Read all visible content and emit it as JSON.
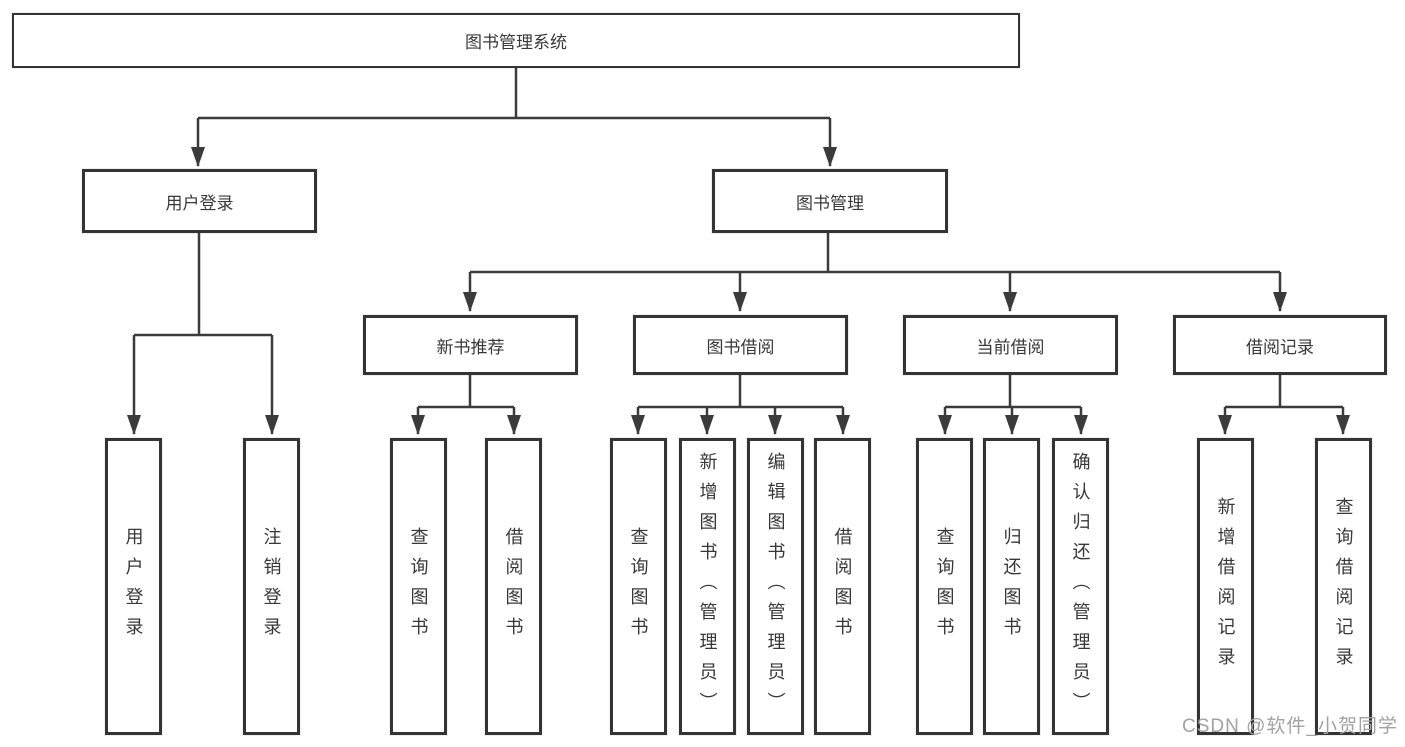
{
  "title": "图书管理系统",
  "watermark": "CSDN @软件_小贺同学",
  "colors": {
    "line": "#3b3b3b",
    "text": "#383838",
    "watermark": "#a2a2a2",
    "box_background": "#ffffff"
  },
  "nodes": {
    "root": {
      "label": "图书管理系统"
    },
    "level2": [
      {
        "label": "用户登录"
      },
      {
        "label": "图书管理"
      }
    ],
    "level3": [
      {
        "label": "新书推荐",
        "parent": "图书管理"
      },
      {
        "label": "图书借阅",
        "parent": "图书管理"
      },
      {
        "label": "当前借阅",
        "parent": "图书管理"
      },
      {
        "label": "借阅记录",
        "parent": "图书管理"
      }
    ],
    "leaves": [
      {
        "label": "用户登录",
        "parent": "用户登录"
      },
      {
        "label": "注销登录",
        "parent": "用户登录"
      },
      {
        "label": "查询图书",
        "parent": "新书推荐"
      },
      {
        "label": "借阅图书",
        "parent": "新书推荐"
      },
      {
        "label": "查询图书",
        "parent": "图书借阅"
      },
      {
        "label": "新增图书（管理员）",
        "parent": "图书借阅"
      },
      {
        "label": "编辑图书（管理员）",
        "parent": "图书借阅"
      },
      {
        "label": "借阅图书",
        "parent": "图书借阅"
      },
      {
        "label": "查询图书",
        "parent": "当前借阅"
      },
      {
        "label": "归还图书",
        "parent": "当前借阅"
      },
      {
        "label": "确认归还（管理员）",
        "parent": "当前借阅"
      },
      {
        "label": "新增借阅记录",
        "parent": "借阅记录"
      },
      {
        "label": "查询借阅记录",
        "parent": "借阅记录"
      }
    ]
  }
}
